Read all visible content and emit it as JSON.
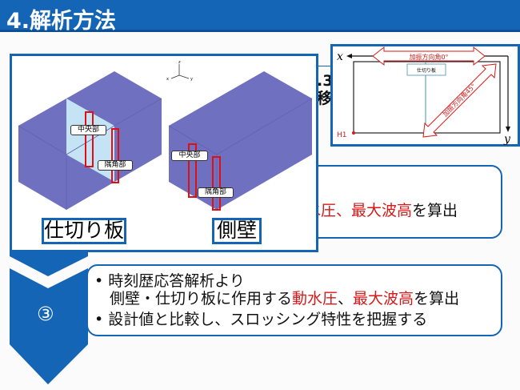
{
  "header": {
    "title": "4.解析方法"
  },
  "background_fragments": {
    "step1_fragment_a": ".3",
    "step1_fragment_b": "移"
  },
  "step2": {
    "text_black_tail": "を算出",
    "text_red_1": "水圧",
    "sep": "、",
    "text_red_2": "最大波高"
  },
  "step3": {
    "number": "③",
    "bullet": "•",
    "line1": "時刻歴応答解析より",
    "line2_black": "側壁・仕切り板に作用する",
    "line2_red1": "動水圧",
    "line2_sep": "、",
    "line2_red2": "最大波高",
    "line2_tail": "を算出",
    "line3": "設計値と比較し、スロッシング特性を把握する"
  },
  "model_panel": {
    "axis_labels": {
      "z": "z",
      "x": "x",
      "y": "y"
    },
    "partition_model": {
      "label": "仕切り板",
      "center": "中央部",
      "corner": "隅角部"
    },
    "sidewall_model": {
      "label": "側壁",
      "center": "中央部",
      "corner": "隅角部"
    }
  },
  "plan_diagram": {
    "x_axis": "x",
    "y_axis": "y",
    "point": "H1",
    "partition": "仕切り板",
    "dir0": "加振方向角0°",
    "dir45": "加振方向角45°"
  },
  "colors": {
    "accent": "#1565b7",
    "highlight": "#d61a1a",
    "tank": "#7070c0",
    "plate": "#c4e4f6"
  }
}
